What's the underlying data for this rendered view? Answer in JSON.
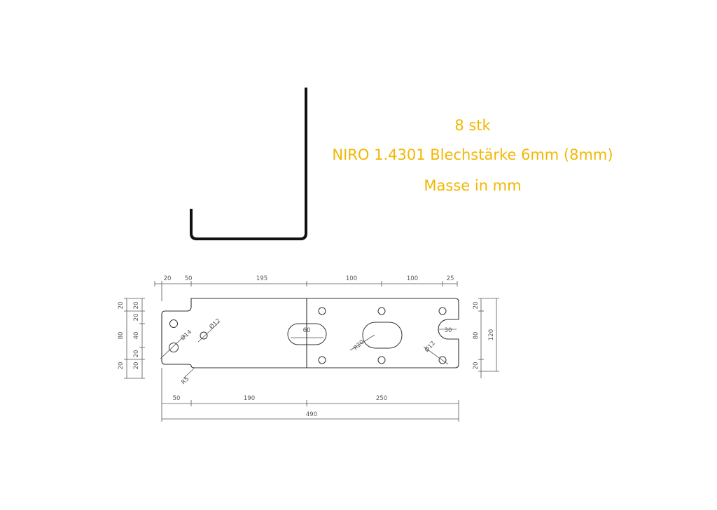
{
  "notes": {
    "quantity": "8 stk",
    "material": "NIRO 1.4301 Blechstärke 6mm (8mm)",
    "units": "Masse in mm"
  },
  "colors": {
    "note": "#f2b705",
    "line": "#333333",
    "profile": "#111111"
  },
  "dimensions": {
    "top": [
      "20",
      "50",
      "195",
      "100",
      "100",
      "25"
    ],
    "bottom": [
      "50",
      "190",
      "250"
    ],
    "overall": "490",
    "left_outer": [
      "20",
      "80",
      "20"
    ],
    "left_inner": [
      "20",
      "20",
      "40",
      "20",
      "20"
    ],
    "right_inner": [
      "20",
      "80",
      "20"
    ],
    "right_outer": "120",
    "slot1_width": "60",
    "notch_width": "30",
    "hole_d14": "Ø14",
    "hole_d12_left": "Ø12",
    "hole_d12_right": "Ø12",
    "slot_radius": "R20",
    "corner_radius": "R5"
  }
}
